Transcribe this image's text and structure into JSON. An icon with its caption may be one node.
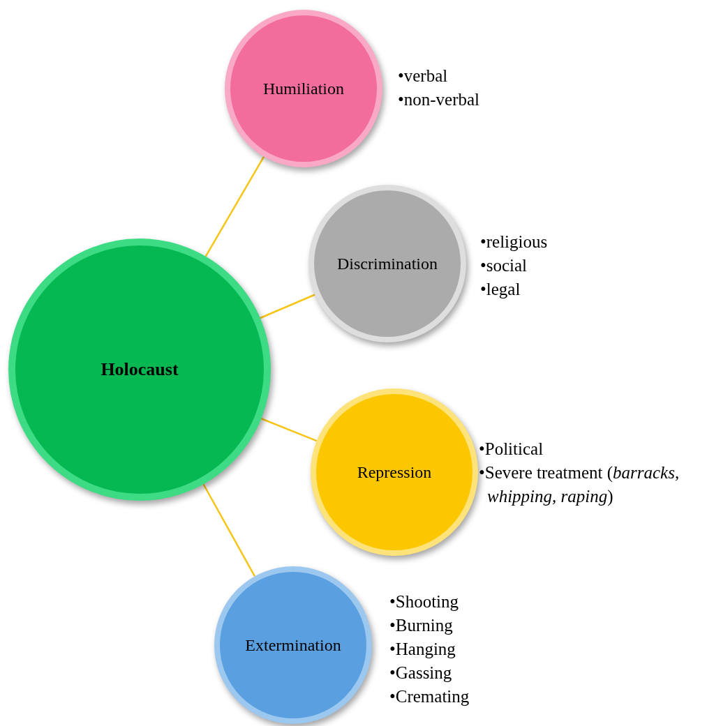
{
  "diagram": {
    "nodes": [
      {
        "text": [
          "Holocaust"
        ]
      },
      {
        "text": [
          "Humiliation"
        ],
        "beside": [
          "•verbal",
          "•non-verbal"
        ]
      },
      {
        "text": [
          "Discrimination"
        ],
        "beside": [
          "•religious",
          "•social",
          "•legal"
        ]
      },
      {
        "text": [
          "Repression"
        ],
        "beside": [
          "•Political",
          "•Severe treatment (*barracks, whipping, raping*)"
        ]
      },
      {
        "text": [
          "Extermination"
        ],
        "beside": [
          "•Shooting",
          "•Burning",
          "•Hanging",
          "•Gassing",
          "•Cremating"
        ]
      }
    ],
    "edges": [
      {
        "from": 0,
        "to": 1,
        "arrow": "none"
      },
      {
        "from": 0,
        "to": 2,
        "arrow": "none"
      },
      {
        "from": 0,
        "to": 3,
        "arrow": "none"
      },
      {
        "from": 0,
        "to": 4,
        "arrow": "none"
      }
    ]
  }
}
